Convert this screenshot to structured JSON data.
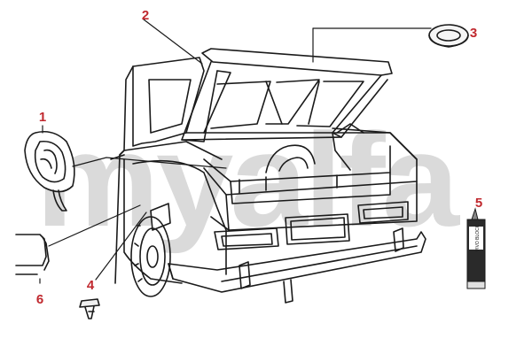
{
  "watermark": "myalfa",
  "callouts": [
    {
      "id": "1",
      "label": "1"
    },
    {
      "id": "2",
      "label": "2"
    },
    {
      "id": "3",
      "label": "3"
    },
    {
      "id": "4",
      "label": "4"
    },
    {
      "id": "5",
      "label": "5"
    },
    {
      "id": "6",
      "label": "6"
    }
  ],
  "sealant_tube_label": "VIVO BLOCK",
  "colors": {
    "callout": "#c0282e",
    "watermark": "#dadada",
    "line": "#1a1a1a",
    "seal_fill": "#f5f5f5",
    "tube_fill": "#2a2a2a"
  }
}
